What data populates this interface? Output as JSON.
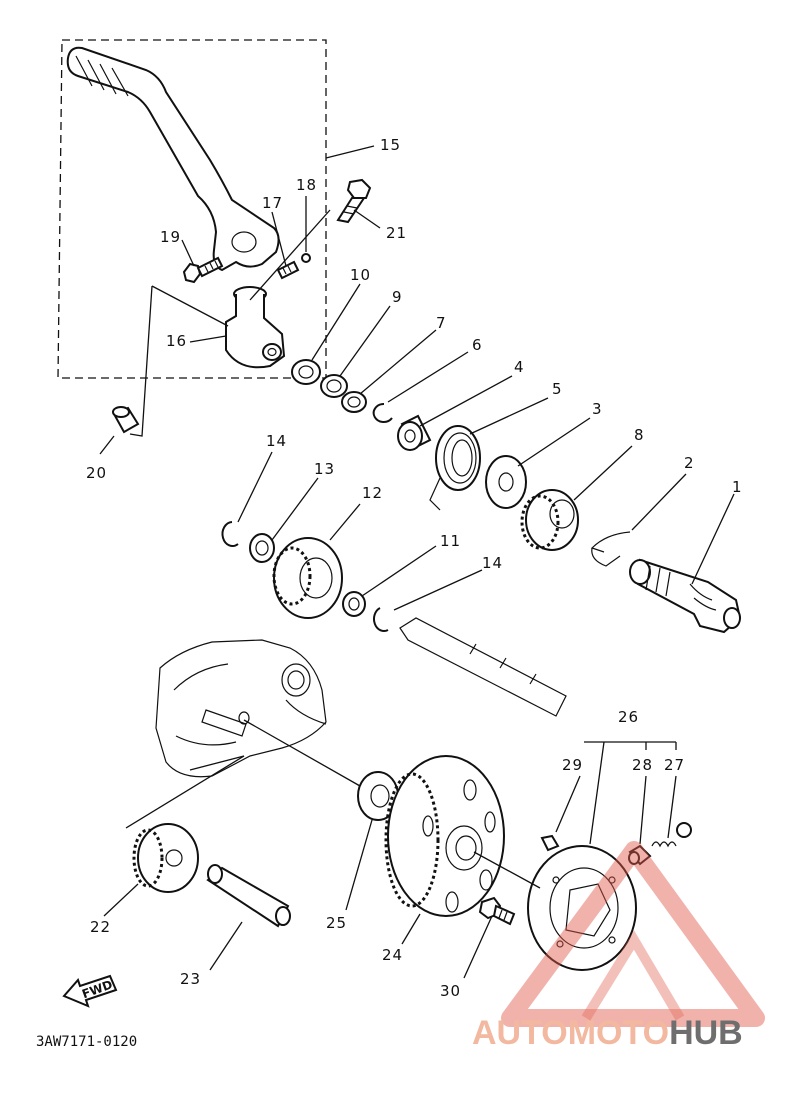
{
  "part_labels": {
    "p1": "1",
    "p2": "2",
    "p3": "3",
    "p4": "4",
    "p5": "5",
    "p6": "6",
    "p7": "7",
    "p8": "8",
    "p9": "9",
    "p10": "10",
    "p11": "11",
    "p12": "12",
    "p13": "13",
    "p14a": "14",
    "p14b": "14",
    "p15": "15",
    "p16": "16",
    "p17": "17",
    "p18": "18",
    "p19": "19",
    "p20": "20",
    "p21": "21",
    "p22": "22",
    "p23": "23",
    "p24": "24",
    "p25": "25",
    "p26": "26",
    "p27": "27",
    "p28": "28",
    "p29": "29",
    "p30": "30"
  },
  "direction_badge": "FWD",
  "diagram_code": "3AW7171-0120",
  "watermark": {
    "part1": "AUTOMOTO",
    "part2": "HUB",
    "color_light": "#f2b8a0",
    "color_dark": "#6e6e6e",
    "triangle_color": "#e05a4a"
  }
}
